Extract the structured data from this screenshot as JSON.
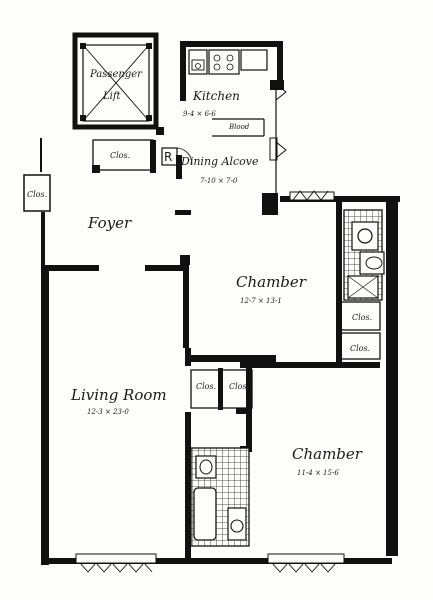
{
  "plan": {
    "rooms": {
      "passenger_lift": {
        "line1": "Passenger",
        "line2": "Lift"
      },
      "kitchen": {
        "name": "Kitchen",
        "dims": "9-4 × 6-6"
      },
      "blood_label": "Blood",
      "refrigerator": "R",
      "dining_alcove": {
        "name": "Dining Alcove",
        "dims": "7-10 × 7-0"
      },
      "foyer": {
        "name": "Foyer"
      },
      "chamber_1": {
        "name": "Chamber",
        "dims": "12-7 × 13-1"
      },
      "living_room": {
        "name": "Living Room",
        "dims": "12-3 × 23-0"
      },
      "chamber_2": {
        "name": "Chamber",
        "dims": "11-4 × 15-6"
      }
    },
    "closets": {
      "clos_near_lift": "Clos.",
      "clos_left_wall": "Clos.",
      "clos_chamber1_a": "Clos.",
      "clos_chamber1_b": "Clos.",
      "clos_living": "Clos.",
      "clos_chamber2": "Clos."
    },
    "colors": {
      "wall": "#111111",
      "line": "#1a1a1a",
      "paper": "#fdfdfb"
    }
  }
}
